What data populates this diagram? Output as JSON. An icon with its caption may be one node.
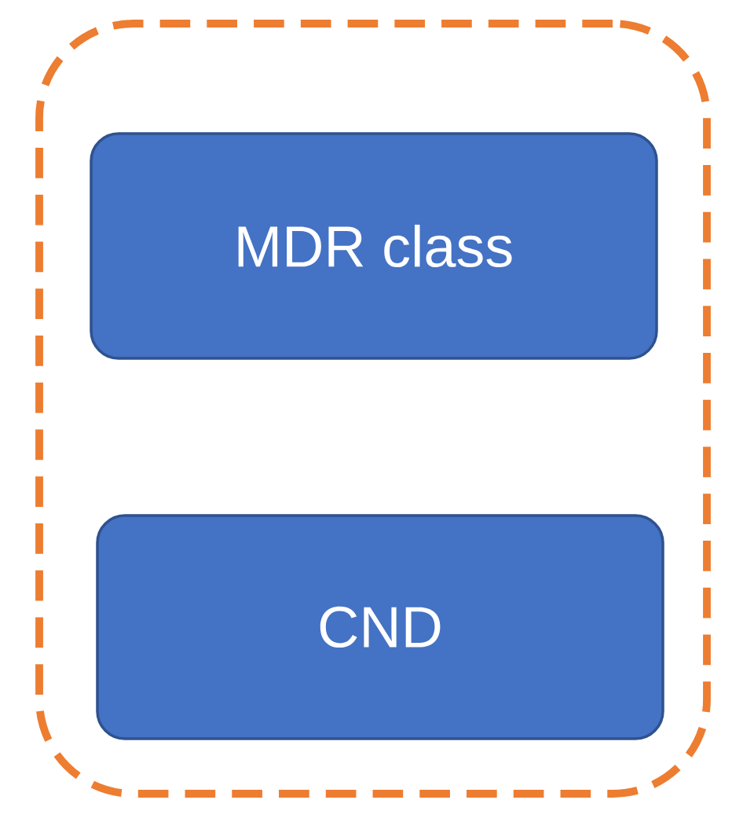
{
  "diagram": {
    "nodes": [
      {
        "text": [],
        "shape": "box"
      },
      {
        "text": [
          "MDR class"
        ],
        "in": 0
      },
      {
        "text": [
          "CND"
        ],
        "in": 0
      }
    ]
  }
}
